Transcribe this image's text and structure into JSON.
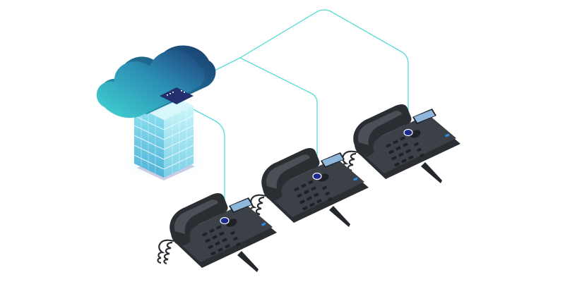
{
  "diagram": {
    "subject": "cloud-pbx-network",
    "nodes": [
      {
        "id": "cloud",
        "icon": "cloud-icon"
      },
      {
        "id": "server",
        "icon": "server-rack-icon"
      },
      {
        "id": "phone-1",
        "icon": "ip-desk-phone-icon"
      },
      {
        "id": "phone-2",
        "icon": "ip-desk-phone-icon"
      },
      {
        "id": "phone-3",
        "icon": "ip-desk-phone-icon"
      }
    ],
    "edges": [
      {
        "from": "server",
        "to": "phone-1"
      },
      {
        "from": "server",
        "to": "phone-2"
      },
      {
        "from": "server",
        "to": "phone-3"
      }
    ]
  },
  "colors": {
    "link": "#56dcd6",
    "cloud_light": "#3fd3d3",
    "cloud_dark": "#1e4f82",
    "server_light": "#b9f1f6",
    "server_dark": "#3b9cc6",
    "phone_body": "#3a3f45",
    "phone_dark": "#24282c",
    "screen": "#8fb7dc",
    "port_ring": "#1d2b8f",
    "led": "#2d8fe8"
  }
}
